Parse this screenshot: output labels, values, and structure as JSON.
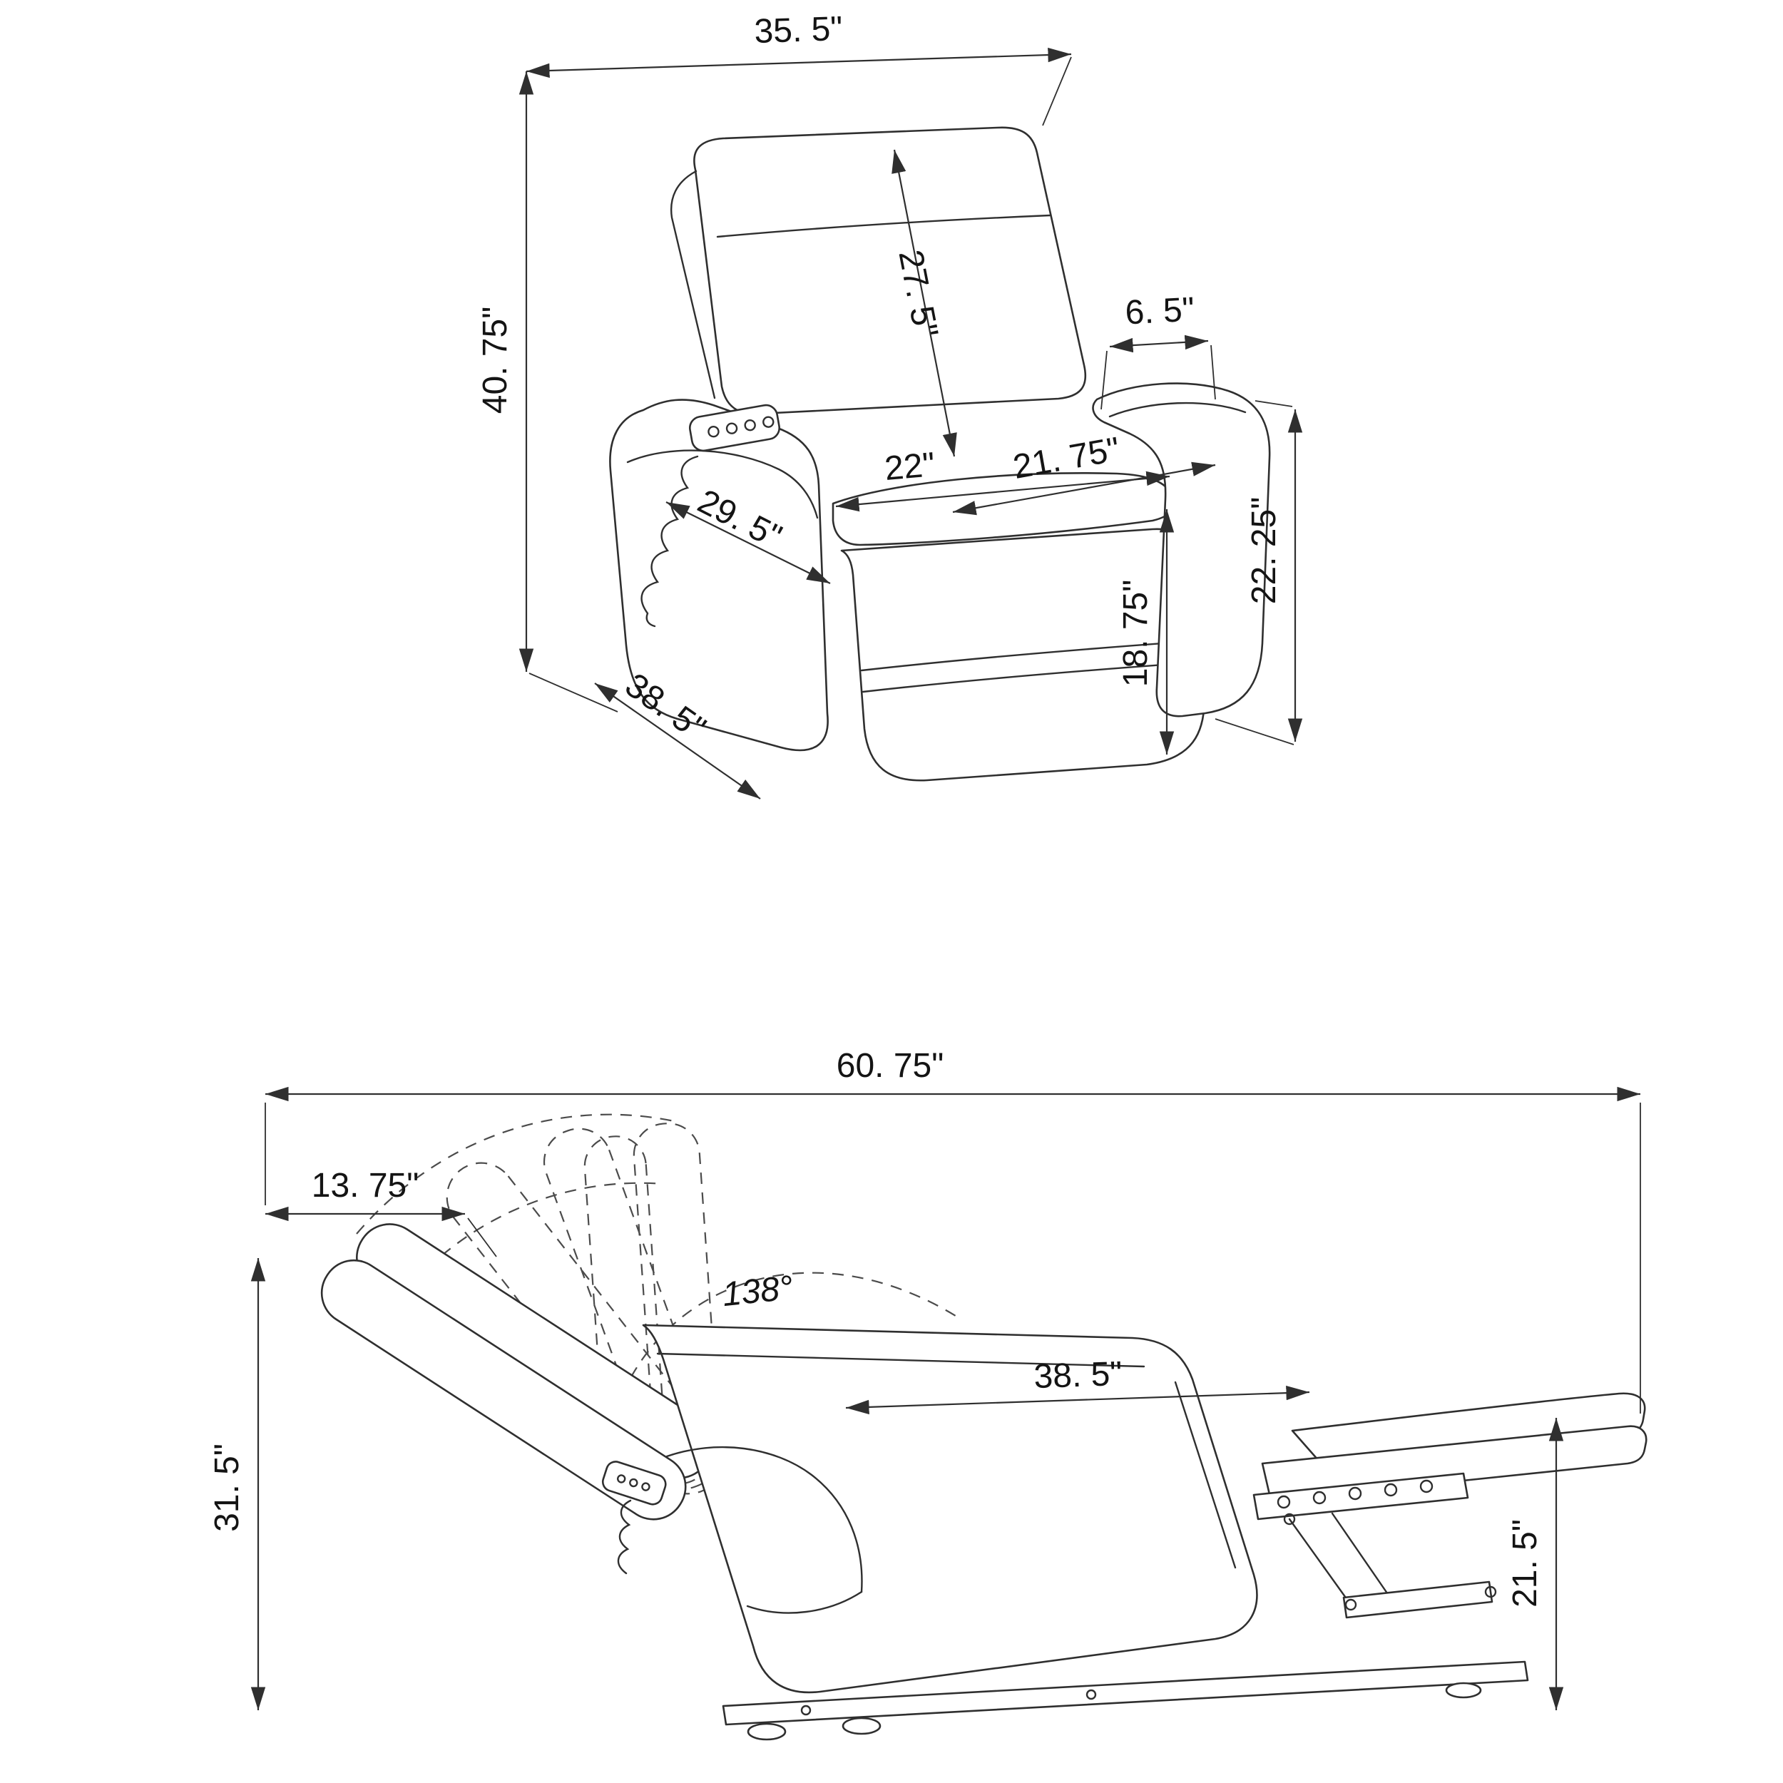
{
  "diagram": {
    "colors": {
      "line": "#2f2f2f",
      "text": "#141414",
      "background": "#ffffff"
    },
    "upright": {
      "labels": {
        "overall_width": "35. 5\"",
        "overall_height": "40. 75\"",
        "backrest_length": "27. 5\"",
        "armrest_width": "6. 5\"",
        "seat_width": "22\"",
        "seat_depth": "21. 75\"",
        "front_diagonal": "29. 5\"",
        "seat_height": "18. 75\"",
        "armrest_height": "22. 25\"",
        "overall_depth": "38. 5\""
      }
    },
    "reclined": {
      "labels": {
        "reclined_length": "60. 75\"",
        "headrest_travel": "13. 75\"",
        "recline_angle": "138°",
        "backrest_width": "38. 5\"",
        "reclined_back_height": "31. 5\"",
        "footrest_height": "21. 5\""
      }
    }
  }
}
